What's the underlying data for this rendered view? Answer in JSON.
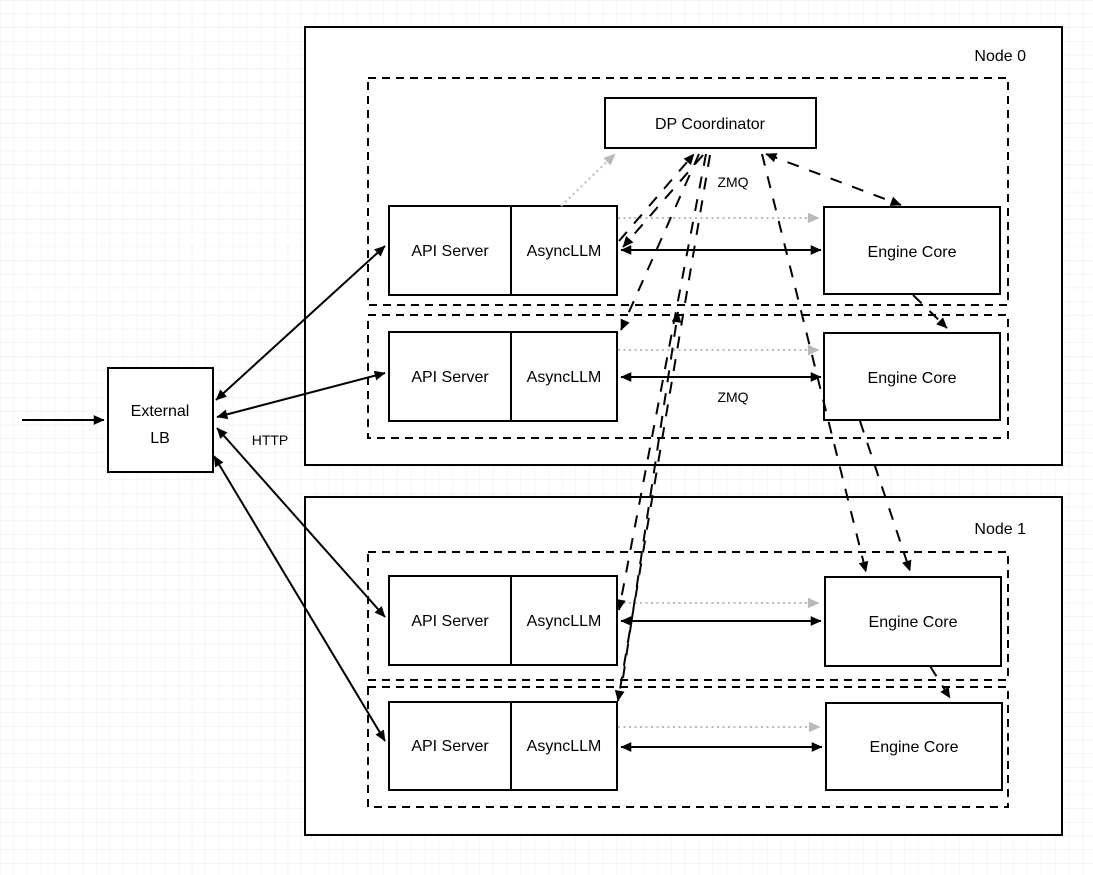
{
  "colors": {
    "stroke": "#000000",
    "box_fill": "#ffffff",
    "gray_link": "#b9b9b9",
    "grid_line": "#ebebeb",
    "background": "#ffffff"
  },
  "external_lb": {
    "line1": "External",
    "line2": "LB"
  },
  "labels": {
    "http": "HTTP",
    "zmq_top": "ZMQ",
    "zmq_row": "ZMQ"
  },
  "nodes": [
    {
      "title": "Node 0",
      "dp_coordinator": "DP Coordinator",
      "ranks": [
        {
          "api": "API Server",
          "async": "AsyncLLM",
          "engine": "Engine Core"
        },
        {
          "api": "API Server",
          "async": "AsyncLLM",
          "engine": "Engine Core"
        }
      ]
    },
    {
      "title": "Node 1",
      "ranks": [
        {
          "api": "API Server",
          "async": "AsyncLLM",
          "engine": "Engine Core"
        },
        {
          "api": "API Server",
          "async": "AsyncLLM",
          "engine": "Engine Core"
        }
      ]
    }
  ]
}
